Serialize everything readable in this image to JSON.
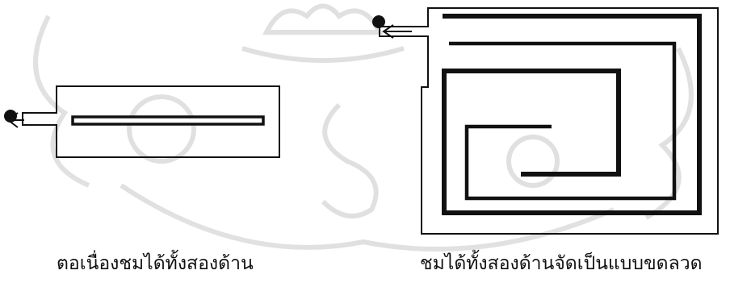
{
  "captions": {
    "left": "ตอเนื่องชมได้ทั้งสองด้าน",
    "right": "ชมได้ทั้งสองด้านจัดเป็นแบบขดลวด"
  },
  "colors": {
    "ink": "#111111",
    "watermark": "#c8c8c8",
    "background": "#ffffff"
  },
  "icons": [
    "start-dot-icon",
    "arrow-left-icon",
    "emblem-watermark"
  ]
}
